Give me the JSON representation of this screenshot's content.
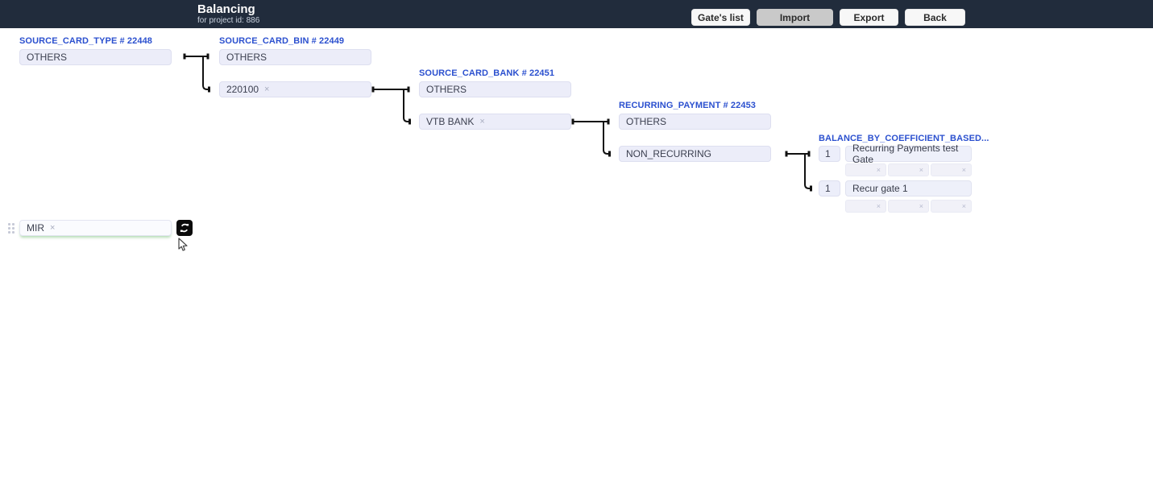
{
  "header": {
    "title": "Balancing",
    "subtitle": "for project id: 886",
    "buttons": [
      {
        "label": "Gate's list",
        "active": false
      },
      {
        "label": "Import",
        "active": true
      },
      {
        "label": "Export",
        "active": false
      },
      {
        "label": "Back",
        "active": false
      }
    ]
  },
  "columns": [
    {
      "label": "SOURCE_CARD_TYPE # 22448",
      "boxes": [
        {
          "text": "OTHERS",
          "removable": false
        }
      ]
    },
    {
      "label": "SOURCE_CARD_BIN # 22449",
      "boxes": [
        {
          "text": "OTHERS",
          "removable": false
        },
        {
          "text": "220100",
          "removable": true
        }
      ]
    },
    {
      "label": "SOURCE_CARD_BANK # 22451",
      "boxes": [
        {
          "text": "OTHERS",
          "removable": false
        },
        {
          "text": "VTB BANK",
          "removable": true
        }
      ]
    },
    {
      "label": "RECURRING_PAYMENT # 22453",
      "boxes": [
        {
          "text": "OTHERS",
          "removable": false
        },
        {
          "text": "NON_RECURRING",
          "removable": false
        }
      ]
    }
  ],
  "gates": {
    "label": "BALANCE_BY_COEFFICIENT_BASED...",
    "rows": [
      {
        "coefficient": "1",
        "name": "Recurring Payments test Gate",
        "empty_slots": 3
      },
      {
        "coefficient": "1",
        "name": "Recur gate 1",
        "empty_slots": 3
      }
    ]
  },
  "palette_item": {
    "value": "MIR"
  },
  "glyphs": {
    "remove": "×"
  },
  "icons": {
    "drag_handle": "drag-handle-icon",
    "sync": "sync-icon",
    "cursor": "mouse-cursor"
  },
  "colors": {
    "header_bg": "#212c3c",
    "label_blue": "#2b50cf",
    "box_bg": "#ecedf9",
    "box_border": "#dddff0",
    "active_button_bg": "#c9c9c9",
    "drop_highlight_green": "#9fd49f",
    "connector": "#111111"
  }
}
